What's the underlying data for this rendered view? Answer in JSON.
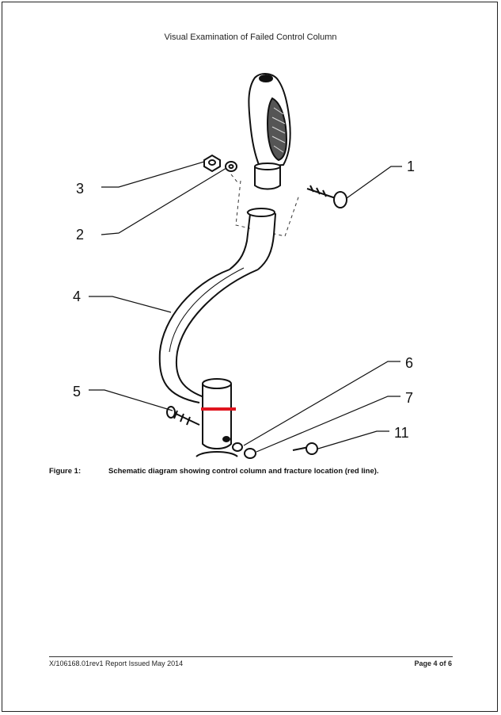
{
  "header": {
    "title": "Visual Examination of Failed Control Column"
  },
  "figure": {
    "part_labels": [
      "1",
      "2",
      "3",
      "4",
      "5",
      "6",
      "7",
      "11"
    ],
    "fracture_color": "#e0141e"
  },
  "caption": {
    "label": "Figure 1:",
    "text": "Schematic diagram showing control column and fracture location (red line)."
  },
  "footer": {
    "report_ref": "X/106168.01rev1 Report Issued May 2014",
    "page": "Page 4 of 6"
  }
}
